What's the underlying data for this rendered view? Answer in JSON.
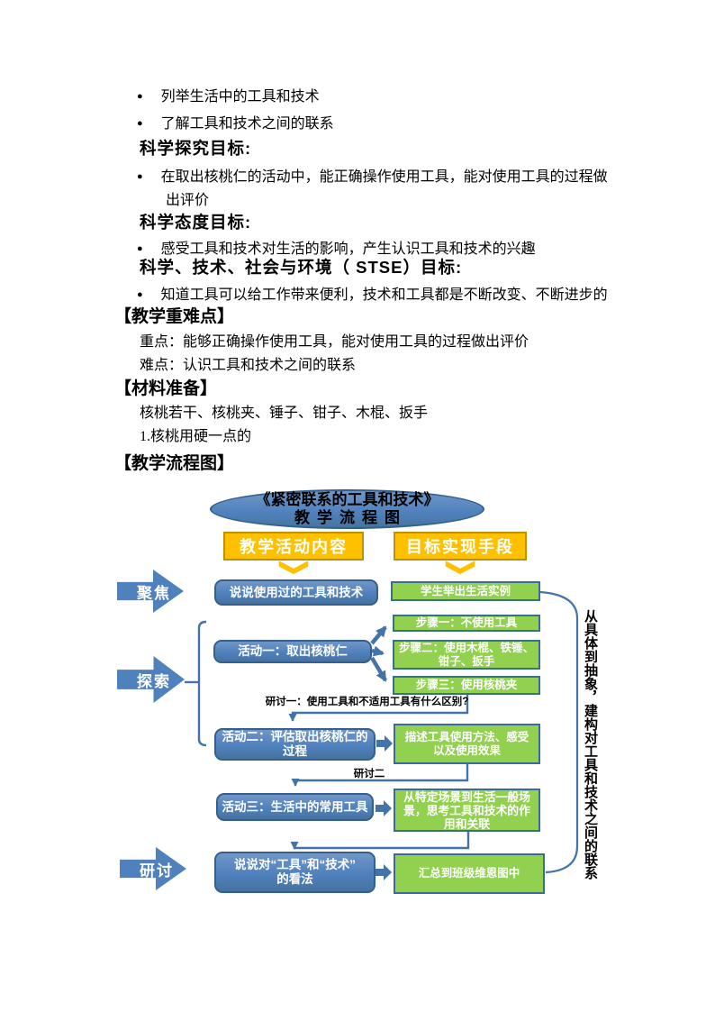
{
  "document": {
    "lines": [
      {
        "type": "bullet",
        "text": "列举生活中的工具和技术"
      },
      {
        "type": "bullet",
        "text": "了解工具和技术之间的联系"
      },
      {
        "type": "heading",
        "text": "科学探究目标:"
      },
      {
        "type": "bullet",
        "text": "在取出核桃仁的活动中，能正确操作使用工具，能对使用工具的过程做"
      },
      {
        "type": "continuation",
        "text": "出评价"
      },
      {
        "type": "heading",
        "text": "科学态度目标:"
      },
      {
        "type": "bullet",
        "text": "感受工具和技术对生活的影响，产生认识工具和技术的兴趣"
      },
      {
        "type": "heading",
        "text": "科学、技术、社会与环境（ STSE）目标:"
      },
      {
        "type": "bullet",
        "text": "知道工具可以给工作带来便利，技术和工具都是不断改变、不断进步的"
      },
      {
        "type": "section",
        "text": "【教学重难点】"
      },
      {
        "type": "plain",
        "text": "重点：能够正确操作使用工具，能对使用工具的过程做出评价"
      },
      {
        "type": "plain",
        "text": "难点：认识工具和技术之间的联系"
      },
      {
        "type": "section",
        "text": "【材料准备】"
      },
      {
        "type": "plain",
        "text": "核桃若干、核桃夹、锤子、钳子、木棍、扳手"
      },
      {
        "type": "plain",
        "text": "1.核桃用硬一点的"
      },
      {
        "type": "section",
        "text": "【教学流程图】"
      }
    ]
  },
  "flowchart": {
    "title_line1": "《紧密联系的工具和技术》",
    "title_line2": "教学流程图",
    "columns": {
      "left": "教学活动内容",
      "right": "目标实现手段"
    },
    "stages": {
      "focus": "聚焦",
      "explore": "探索",
      "discuss": "研讨"
    },
    "boxes": {
      "focus_activity": "说说使用过的工具和技术",
      "focus_method": "学生举出生活实例",
      "activity1": "活动一：取出核桃仁",
      "step1": "步骤一：不使用工具",
      "step2": "步骤二：使用木棍、铁锤、\n钳子、扳手",
      "step3": "步骤三：使用核桃夹",
      "discussion1": "研讨一：使用工具和不适用工具有什么区别?",
      "activity2": "活动二：评估取出核桃仁的\n过程",
      "method2": "描述工具使用方法、感受\n以及使用效果",
      "discussion2": "研讨二",
      "activity3": "活动三：生活中的常用工具",
      "method3": "从特定场景到生活一般场\n景，思考工具和技术的作\n用和关联",
      "final_activity": "说说对“工具”和“技术”\n的看法",
      "final_method": "汇总到班级维恩图中"
    },
    "side_note": "从具体到抽象，建构对工具和技术之间的联系",
    "colors": {
      "blue": "#4f81bd",
      "green": "#92d050",
      "orange": "#ffc000",
      "line": "#4473a8"
    }
  }
}
